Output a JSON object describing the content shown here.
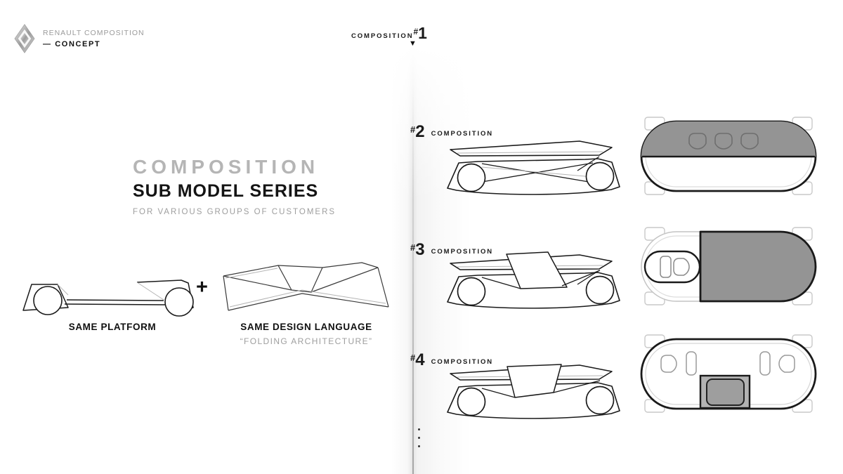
{
  "colors": {
    "background": "#ffffff",
    "title_gray": "#b5b5b5",
    "muted_gray": "#9e9e9e",
    "text_black": "#1a1a1a",
    "sketch_line": "#1a1a1a",
    "light_line": "#b4b4b4",
    "top_view_fill": "#949494",
    "wheel_tab_gray": "#c9c9c9"
  },
  "brand": {
    "name": "RENAULT COMPOSITION",
    "tagline": "— CONCEPT"
  },
  "header_marker": {
    "label": "COMPOSITION",
    "hash": "#",
    "number": "1",
    "pointer": "▼"
  },
  "intro": {
    "title": "COMPOSITION",
    "subtitle": "SUB MODEL SERIES",
    "caption": "FOR VARIOUS GROUPS OF CUSTOMERS"
  },
  "formula": {
    "platform_label": "SAME PLATFORM",
    "plus": "+",
    "design_label": "SAME DESIGN LANGUAGE",
    "design_caption": "“FOLDING ARCHITECTURE”"
  },
  "compositions": [
    {
      "hash": "#",
      "number": "2",
      "label": "COMPOSITION"
    },
    {
      "hash": "#",
      "number": "3",
      "label": "COMPOSITION"
    },
    {
      "hash": "#",
      "number": "4",
      "label": "COMPOSITION"
    }
  ],
  "footer": {
    "dot_count": 3
  }
}
